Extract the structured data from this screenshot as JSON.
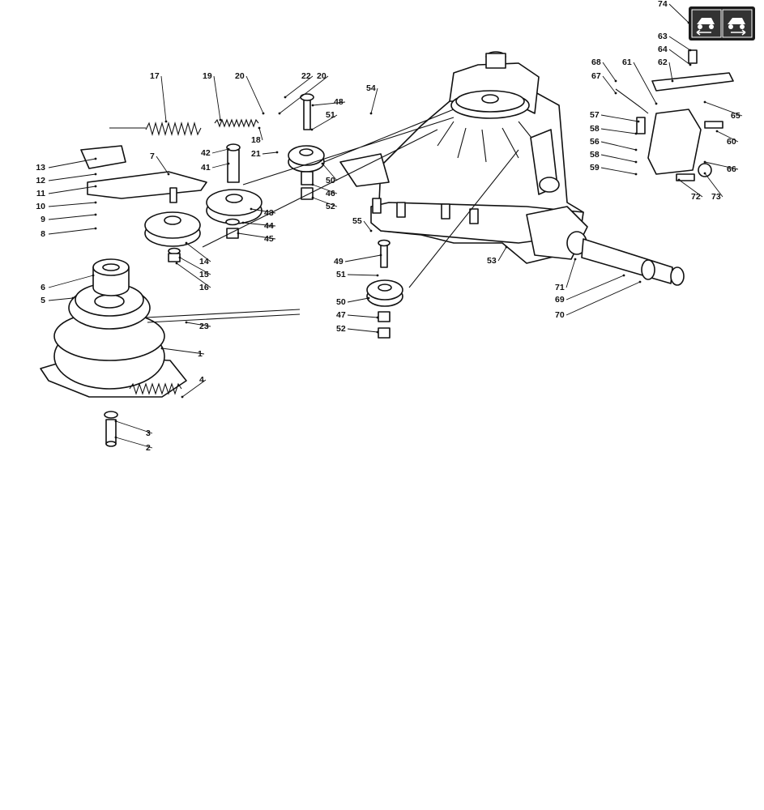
{
  "labels": [
    "1",
    "2",
    "3",
    "4",
    "5",
    "6",
    "7",
    "8",
    "9",
    "10",
    "11",
    "12",
    "13",
    "14",
    "15",
    "16",
    "17",
    "18",
    "19",
    "20",
    "20",
    "21",
    "22",
    "23",
    "41",
    "42",
    "43",
    "44",
    "45",
    "46",
    "47",
    "48",
    "49",
    "50",
    "50",
    "51",
    "51",
    "52",
    "52",
    "53",
    "54",
    "55",
    "56",
    "57",
    "58",
    "58",
    "59",
    "60",
    "61",
    "62",
    "63",
    "64",
    "65",
    "66",
    "67",
    "68",
    "69",
    "70",
    "71",
    "72",
    "73",
    "74"
  ],
  "icons": {
    "badge": "forward-reverse-pedal-icon"
  }
}
